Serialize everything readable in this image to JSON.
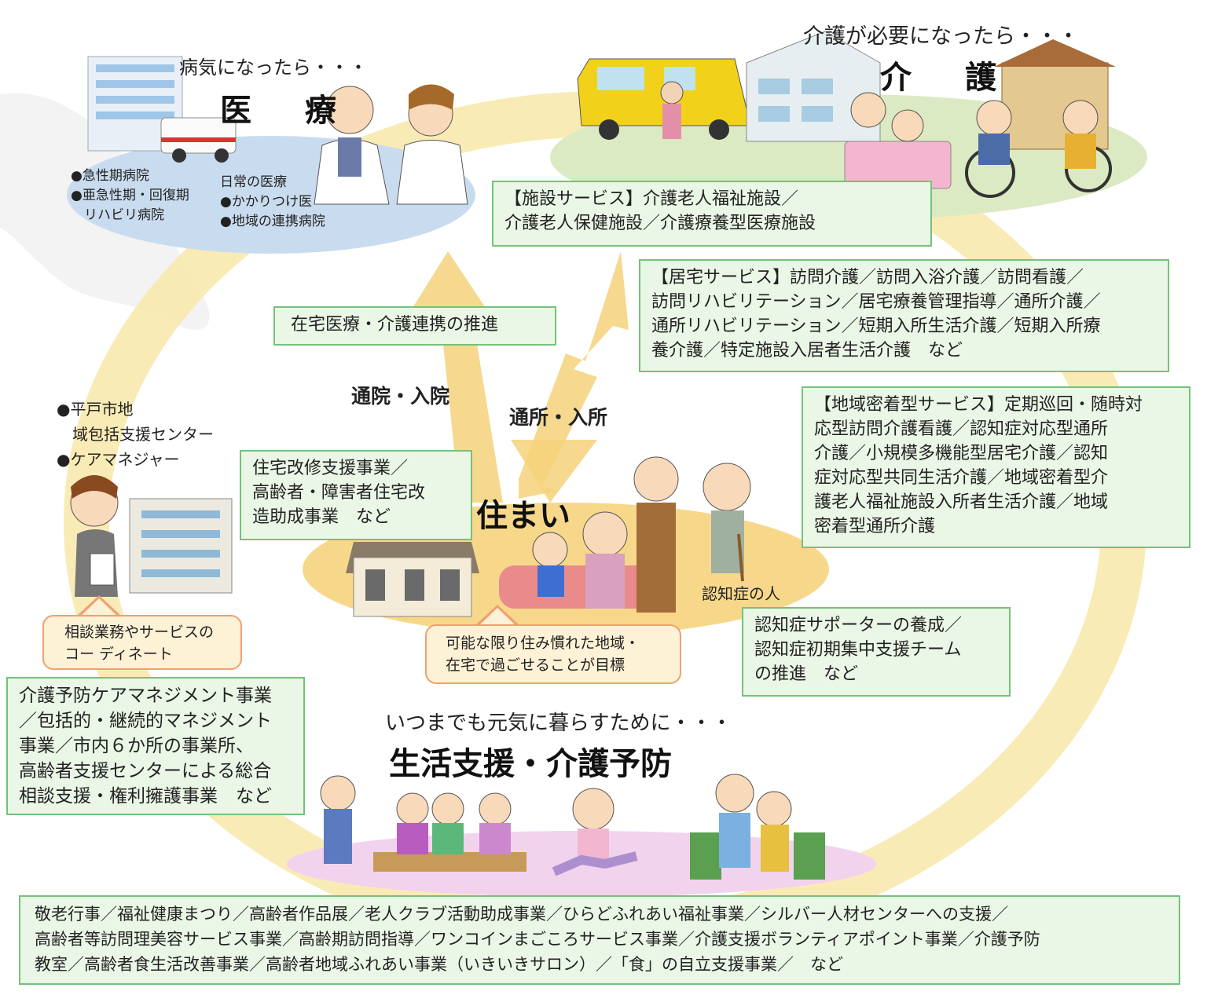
{
  "medical": {
    "subtitle": "病気になったら・・・",
    "title": "医　療",
    "hospitals": [
      "●急性期病院",
      "●亜急性期・回復期",
      "　リハビリ病院"
    ],
    "clinic_heading": "日常の医療",
    "clinic_items": [
      "●かかりつけ医",
      "●地域の連携病院"
    ]
  },
  "care": {
    "subtitle": "介護が必要になったら・・・",
    "title": "介　護",
    "facility_box": [
      "【施設サービス】介護老人福祉施設／",
      "介護老人保健施設／介護療養型医療施設"
    ],
    "home_box": [
      "【居宅サービス】訪問介護／訪問入浴介護／訪問看護／",
      "訪問リハビリテーション／居宅療養管理指導／通所介護／",
      "通所リハビリテーション／短期入所生活介護／短期入所療",
      "養介護／特定施設入居者生活介護　など"
    ],
    "community_box": [
      "【地域密着型サービス】定期巡回・随時対",
      "応型訪問介護看護／認知症対応型通所",
      "介護／小規模多機能型居宅介護／認知",
      "症対応型共同生活介護／地域密着型介",
      "護老人福祉施設入所者生活介護／地域",
      "密着型通所介護"
    ]
  },
  "links": {
    "collab_box": "在宅医療・介護連携の推進",
    "to_hospital": "通院・入院",
    "to_facility": "通所・入所"
  },
  "home": {
    "title": "住まい",
    "housing_box": [
      "住宅改修支援事業／",
      "高齢者・障害者住宅改",
      "造助成事業　など"
    ],
    "dementia_person": "認知症の人",
    "goal": [
      "可能な限り住み慣れた地域・",
      "在宅で過ごせることが目標"
    ],
    "dementia_box": [
      "認知症サポーターの養成／",
      "認知症初期集中支援チーム",
      "の推進　など"
    ]
  },
  "support_center": {
    "items": [
      "●平戸市地",
      "　域包括支援センター",
      "●ケアマネジャー"
    ],
    "consult": [
      "相談業務やサービスの",
      "コー ディネート"
    ],
    "prevention_box": [
      "介護予防ケアマネジメント事業",
      "／包括的・継続的マネジメント",
      "事業／市内６か所の事業所、",
      "高齢者支援センターによる総合",
      "相談支援・権利擁護事業　など"
    ]
  },
  "life": {
    "subtitle": "いつまでも元気に暮らすために・・・",
    "title": "生活支援・介護予防",
    "bottom_box": [
      "敬老行事／福祉健康まつり／高齢者作品展／老人クラブ活動助成事業／ひらどふれあい福祉事業／シルバー人材センターへの支援／",
      "高齢者等訪問理美容サービス事業／高齢期訪問指導／ワンコインまごころサービス事業／介護支援ボランティアポイント事業／介護予防",
      "教室／高齢者食生活改善事業／高齢者地域ふれあい事業（いきいきサロン）／「食」の自立支援事業／　など"
    ]
  },
  "colors": {
    "green_fill": "#eaf6e6",
    "green_border": "#74c27a",
    "ring": "#f8e7a8",
    "medical_ellipse": "#c9dcef",
    "care_ellipse": "#dceac3",
    "home_ellipse": "#f7d88a",
    "life_ellipse": "#f2d3ee",
    "arrow": "#f5d27a"
  },
  "icons": [
    "hospital-icon",
    "ambulance-icon",
    "doctor-icon",
    "nurse-icon",
    "welfare-van-icon",
    "care-facility-icon",
    "bath-care-icon",
    "wheelchair-icon",
    "house-icon",
    "family-icon",
    "dementia-elder-icon",
    "care-manager-icon",
    "support-center-building-icon",
    "elder-group-icon",
    "exercise-elder-icon",
    "helper-walking-icon"
  ]
}
